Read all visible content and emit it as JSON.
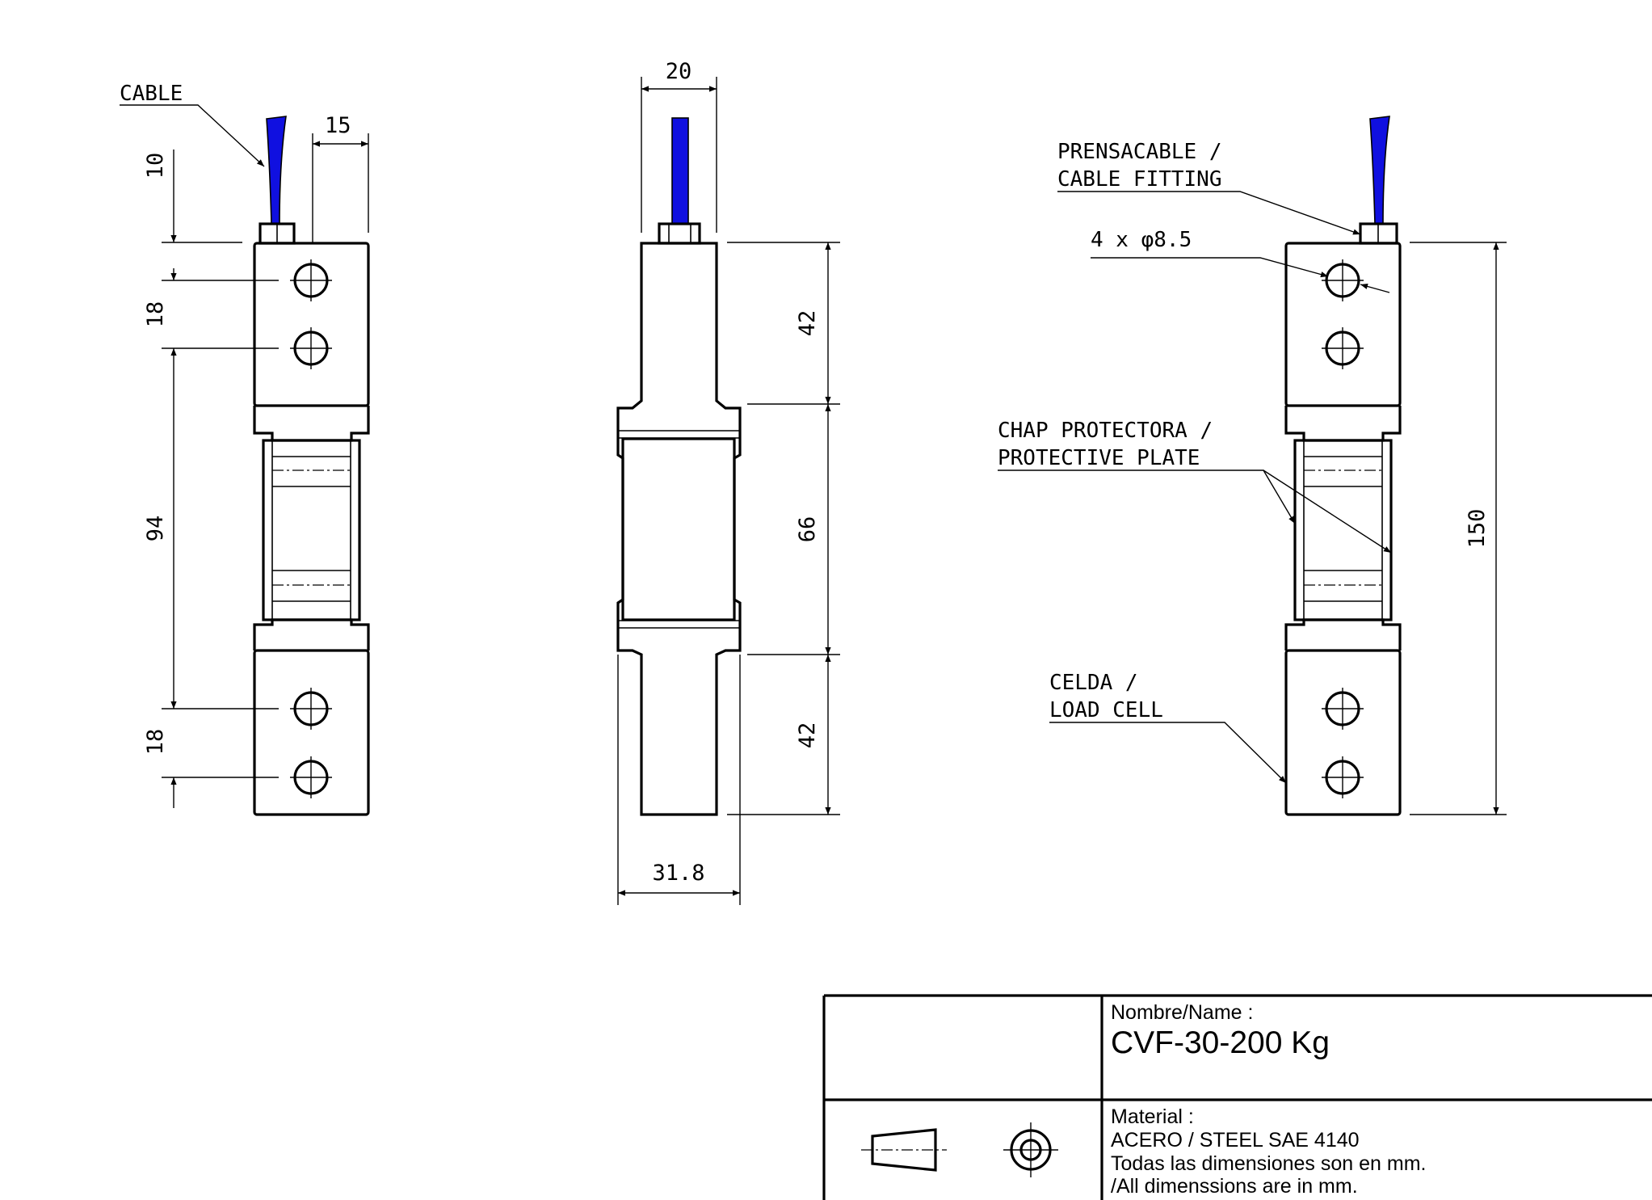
{
  "dimensions": {
    "side_cable_offset": "10",
    "side_cable_width": "15",
    "side_hole_pitch_top": "18",
    "side_hole_span": "94",
    "side_hole_pitch_bottom": "18",
    "front_top_width": "20",
    "front_upper_block": "42",
    "front_middle": "66",
    "front_lower_block": "42",
    "front_base_width": "31.8",
    "total_length": "150"
  },
  "labels": {
    "cable": "CABLE",
    "cable_fitting_es": "PRENSACABLE /",
    "cable_fitting_en": "CABLE FITTING",
    "holes": "4 x φ8.5",
    "plate_es": "CHAP PROTECTORA /",
    "plate_en": "PROTECTIVE PLATE",
    "cell_es": "CELDA /",
    "cell_en": "LOAD CELL"
  },
  "title_block": {
    "name_label": "Nombre/Name :",
    "name_value": "CVF-30-200 Kg",
    "material_label": "Material :",
    "material_value": "ACERO / STEEL SAE 4140",
    "note_es": "Todas las dimensiones son en mm.",
    "note_en": "/All dimenssions are in mm."
  },
  "colors": {
    "cable": "#1010e0",
    "lines": "#000000"
  },
  "icons": [
    "first-angle-projection-cone-icon",
    "first-angle-projection-circle-icon"
  ]
}
